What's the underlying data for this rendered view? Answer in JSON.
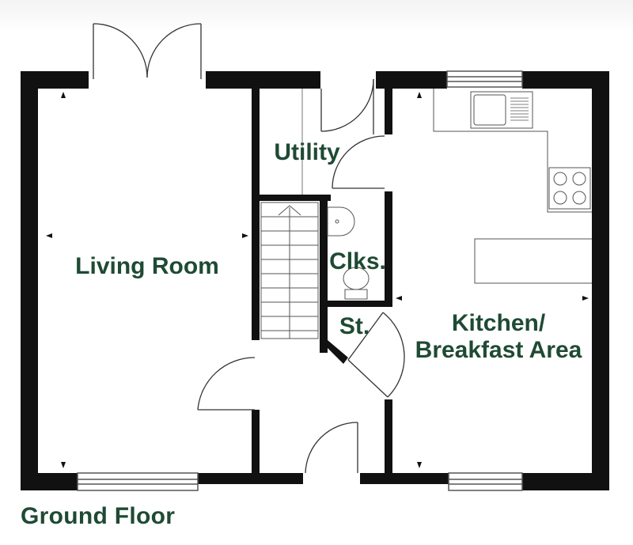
{
  "plan": {
    "rooms": {
      "living_room": "Living Room",
      "utility": "Utility",
      "cloakroom": "Clks.",
      "store": "St.",
      "kitchen_line1": "Kitchen/",
      "kitchen_line2": "Breakfast Area"
    },
    "floor_title": "Ground Floor"
  },
  "colors": {
    "wall": "#111111",
    "label": "#1f4a34",
    "thin_line": "#555555"
  }
}
